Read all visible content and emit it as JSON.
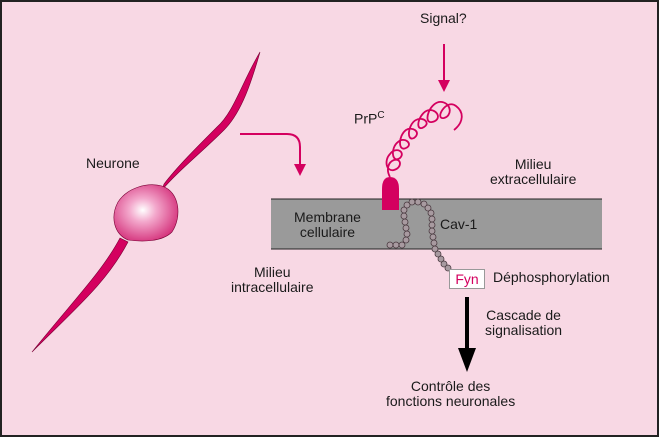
{
  "labels": {
    "neurone": "Neurone",
    "signal": "Signal?",
    "prpc_main": "PrP",
    "prpc_sup": "C",
    "milieu_extra": [
      "Milieu",
      "extracellulaire"
    ],
    "membrane": [
      "Membrane",
      "cellulaire"
    ],
    "cav1": "Cav-1",
    "milieu_intra": [
      "Milieu",
      "intracellulaire"
    ],
    "fyn": "Fyn",
    "dephospho": "Déphosphorylation",
    "cascade": [
      "Cascade de",
      "signalisation"
    ],
    "controle": [
      "Contrôle des",
      "fonctions neuronales"
    ]
  },
  "colors": {
    "background": "#f8d8e4",
    "magenta": "#d4005f",
    "membrane": "#9a9a9a",
    "bead": "#a89aa0"
  }
}
